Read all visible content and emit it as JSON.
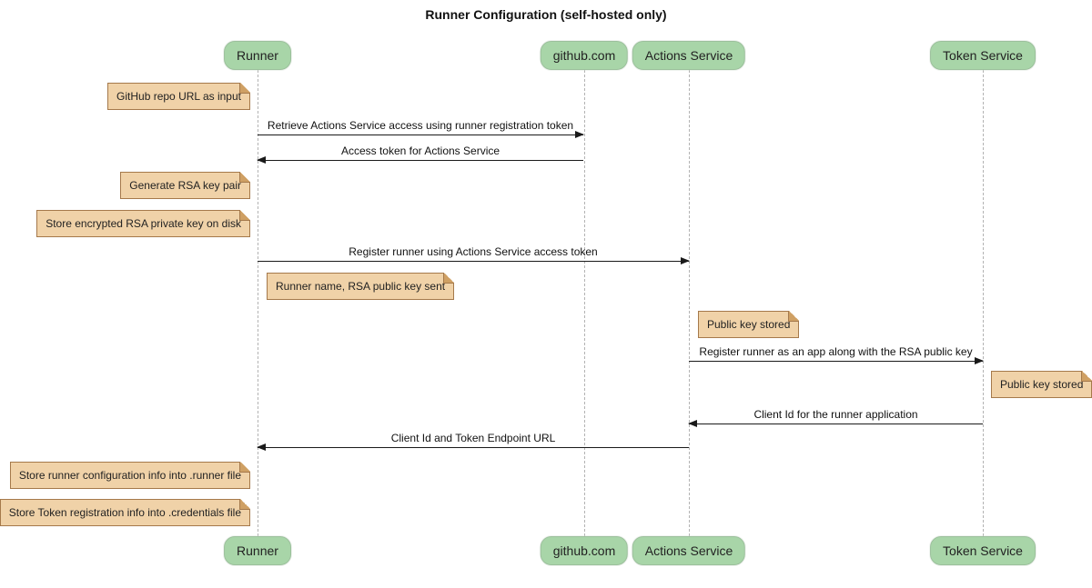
{
  "diagram": {
    "type": "sequence-diagram",
    "title": "Runner Configuration (self-hosted only)"
  },
  "participants": [
    {
      "name": "Runner"
    },
    {
      "name": "github.com"
    },
    {
      "name": "Actions Service"
    },
    {
      "name": "Token Service"
    }
  ],
  "messages": [
    {
      "from": "Runner",
      "to": "github.com",
      "direction": "right",
      "text": "Retrieve Actions Service access using runner registration token"
    },
    {
      "from": "github.com",
      "to": "Runner",
      "direction": "left",
      "text": "Access token for Actions Service"
    },
    {
      "from": "Runner",
      "to": "Actions Service",
      "direction": "right",
      "text": "Register runner using Actions Service access token"
    },
    {
      "from": "Actions Service",
      "to": "Token Service",
      "direction": "right",
      "text": "Register runner as an app along with the RSA public key"
    },
    {
      "from": "Token Service",
      "to": "Actions Service",
      "direction": "left",
      "text": "Client Id for the runner application"
    },
    {
      "from": "Actions Service",
      "to": "Runner",
      "direction": "left",
      "text": "Client Id and Token Endpoint URL"
    }
  ],
  "notes": [
    {
      "participant": "Runner",
      "side": "left",
      "text": "GitHub repo URL as input"
    },
    {
      "participant": "Runner",
      "side": "left",
      "text": "Generate RSA key pair"
    },
    {
      "participant": "Runner",
      "side": "left",
      "text": "Store encrypted RSA private key on disk"
    },
    {
      "participant": "Runner",
      "side": "right",
      "text": "Runner name, RSA public key sent"
    },
    {
      "participant": "Actions Service",
      "side": "right",
      "text": "Public key stored"
    },
    {
      "participant": "Token Service",
      "side": "right",
      "text": "Public key stored"
    },
    {
      "participant": "Runner",
      "side": "left",
      "text": "Store runner configuration info into .runner file"
    },
    {
      "participant": "Runner",
      "side": "left",
      "text": "Store Token registration info into .credentials file"
    }
  ],
  "colors": {
    "background": "#ffffff",
    "participant_fill": "#a8d5a8",
    "participant_border": "#9cc09c",
    "note_fill": "#f0d2a8",
    "note_border": "#a5794b",
    "lifeline": "#b3b3b3",
    "arrow": "#1a1a1a",
    "text": "#111111"
  }
}
